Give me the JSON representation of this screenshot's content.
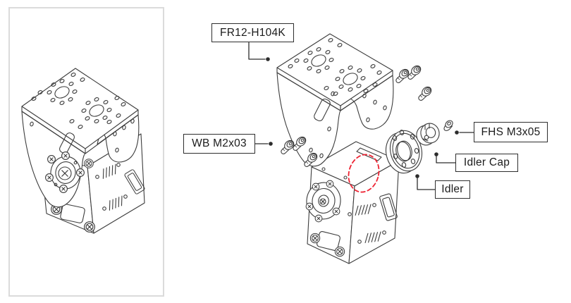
{
  "diagram": {
    "labels": {
      "fr12": {
        "text": "FR12-H104K"
      },
      "wb": {
        "text": "WB M2x03"
      },
      "fhs": {
        "text": "FHS M3x05"
      },
      "idler_cap": {
        "text": "Idler Cap"
      },
      "idler": {
        "text": "Idler"
      }
    },
    "colors": {
      "line": "#3c3c3c",
      "leader": "#2c2c2c",
      "highlight_red": "#ee2433",
      "panel_border": "#dbdbdb",
      "label_border": "#2e2e2e",
      "background": "#ffffff"
    }
  }
}
